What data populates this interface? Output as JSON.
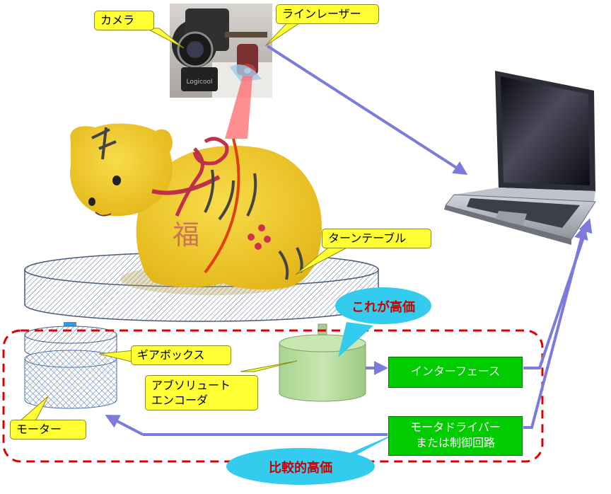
{
  "labels": {
    "camera": "カメラ",
    "laser": "ラインレーザー",
    "turntable": "ターンテーブル",
    "gearbox": "ギアボックス",
    "encoder_line1": "アブソリュート",
    "encoder_line2": "エンコーダ",
    "motor": "モーター",
    "interface": "インターフェース",
    "driver_line1": "モータドライバー",
    "driver_line2": "または制御回路",
    "expensive": "これが高価",
    "relatively_expensive": "比較的高価"
  },
  "photo_text": {
    "tiger_kanji": "福"
  },
  "icons": {
    "camera": "webcam-photo-icon",
    "laptop": "laptop-icon",
    "tiger": "tiger-figurine",
    "turntable": "turntable-disc",
    "gearbox": "gearbox-cylinder",
    "motor": "motor-cylinder",
    "encoder": "encoder-cylinder"
  },
  "colors": {
    "callout_fill": "#ffff33",
    "green_box": "#00cc00",
    "ellipse_fill": "#33ccee",
    "ellipse_text": "#cc0000",
    "arrow": "#7b7bdc",
    "dashed_border": "#dd0000",
    "laser_beam": "#ff6666",
    "tiger_body": "#f2cf2a"
  }
}
